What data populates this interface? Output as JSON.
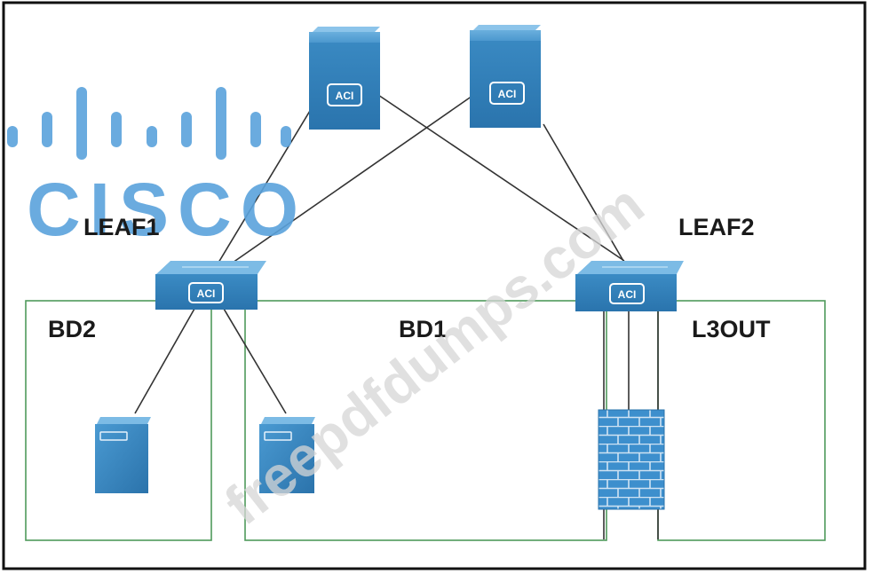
{
  "labels": {
    "leaf1": "LEAF1",
    "leaf2": "LEAF2",
    "bd2": "BD2",
    "bd1": "BD1",
    "l3out": "L3OUT"
  },
  "device_badge": "ACI",
  "logo": {
    "text": "CISCO",
    "color": "#5aa2dc"
  },
  "watermark": {
    "text": "freepdfdumps.com",
    "color": "#d6d6d6"
  },
  "colors": {
    "device": "#3f90c8",
    "device_dark": "#1f5f92",
    "firewall": "#3c8fcf",
    "bd_border": "#4f9a5c",
    "line": "#333333",
    "frame": "#111111"
  },
  "icons": [
    "spine-switch-icon",
    "leaf-switch-icon",
    "server-icon",
    "firewall-icon",
    "cisco-logo"
  ]
}
